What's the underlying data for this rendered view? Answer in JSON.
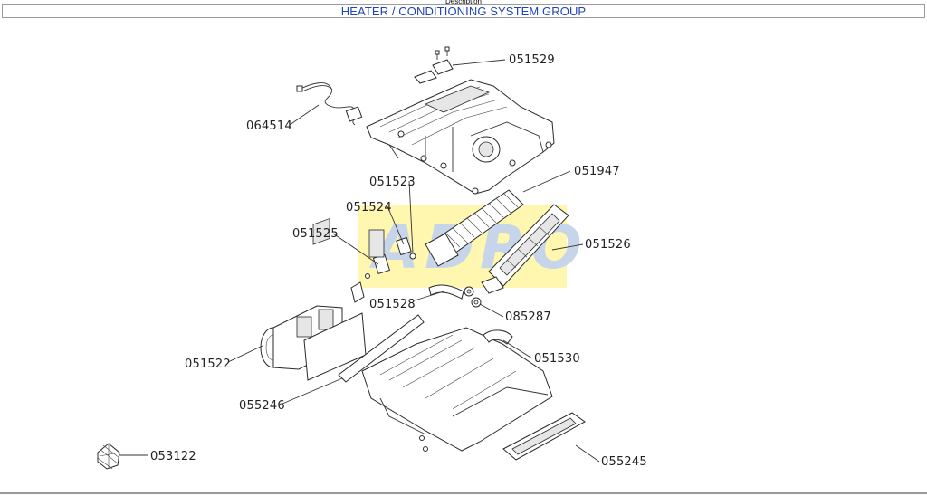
{
  "header": {
    "description_label": "Description",
    "group_title": "HEATER / CONDITIONING SYSTEM GROUP"
  },
  "watermark": {
    "text": "ADRO",
    "color": "#fff7b0"
  },
  "callouts": [
    {
      "id": "051529",
      "label": "051529"
    },
    {
      "id": "064514",
      "label": "064514"
    },
    {
      "id": "051523",
      "label": "051523"
    },
    {
      "id": "051947",
      "label": "051947"
    },
    {
      "id": "051524",
      "label": "051524"
    },
    {
      "id": "051525",
      "label": "051525"
    },
    {
      "id": "051526",
      "label": "051526"
    },
    {
      "id": "051528",
      "label": "051528"
    },
    {
      "id": "085287",
      "label": "085287"
    },
    {
      "id": "051522",
      "label": "051522"
    },
    {
      "id": "051530",
      "label": "051530"
    },
    {
      "id": "055246",
      "label": "055246"
    },
    {
      "id": "053122",
      "label": "053122"
    },
    {
      "id": "055245",
      "label": "055245"
    }
  ],
  "colors": {
    "title_text": "#1f44b8",
    "frame": "#9a9a9a",
    "line_art": "#2a2a2a"
  }
}
